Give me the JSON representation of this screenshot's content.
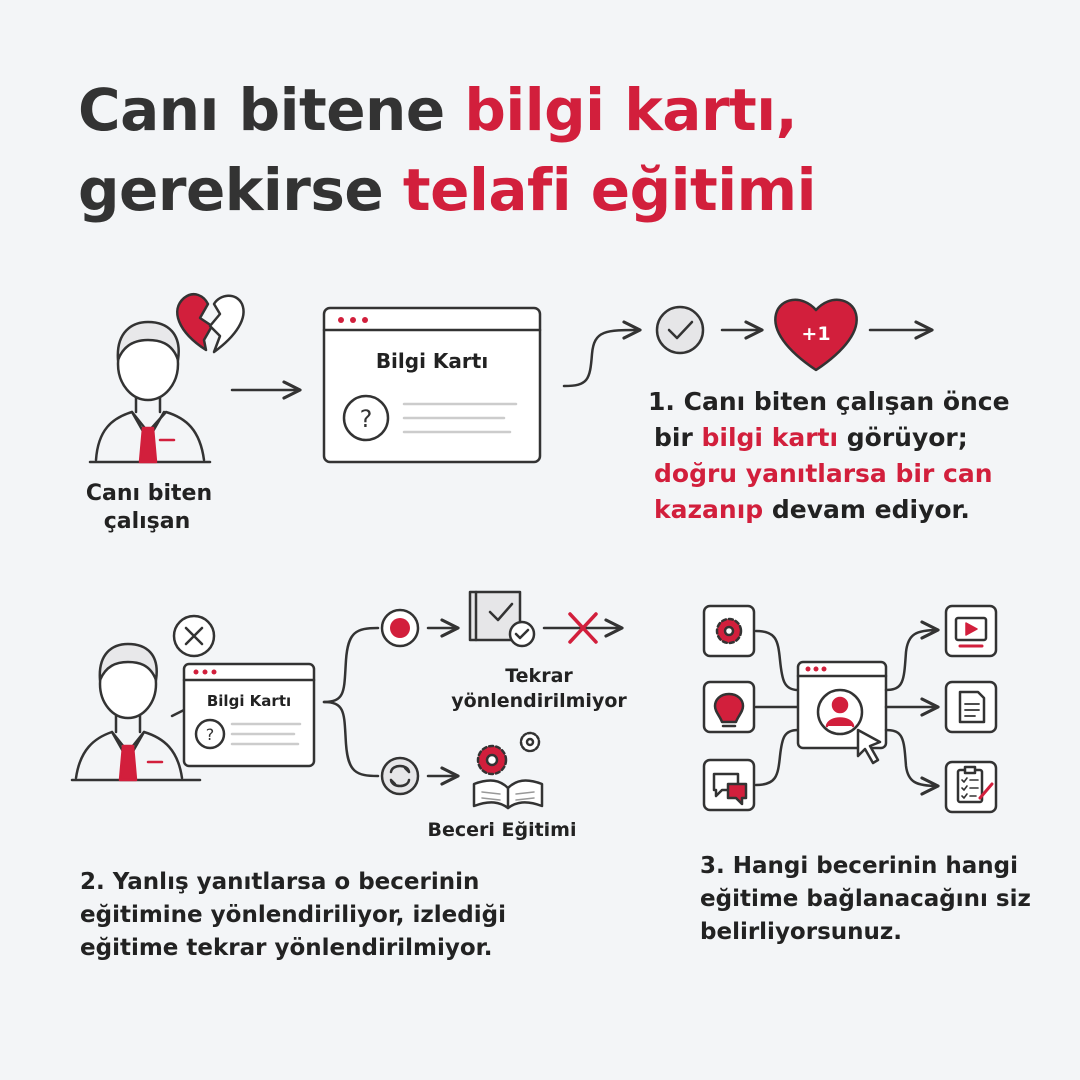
{
  "title": {
    "line1_plain": "Canı bitene ",
    "line1_accent": "bilgi kartı,",
    "line2_plain": "gerekirse ",
    "line2_accent": "telafi eğitimi"
  },
  "colors": {
    "accent": "#d21f3c",
    "ink": "#333333",
    "background": "#f3f5f7"
  },
  "step1": {
    "employee_label_line1": "Canı biten",
    "employee_label_line2": "çalışan",
    "card_title": "Bilgi Kartı",
    "heart_bonus": "+1",
    "desc_line1": "1. Canı biten çalışan önce",
    "desc_line2_a": "bir ",
    "desc_line2_b": "bilgi kartı",
    "desc_line2_c": " görüyor;",
    "desc_line3": "doğru yanıtlarsa bir can",
    "desc_line4_a": "kazanıp",
    "desc_line4_b": " devam ediyor."
  },
  "step2": {
    "card_title": "Bilgi Kartı",
    "branch_top_label_line1": "Tekrar",
    "branch_top_label_line2": "yönlendirilmiyor",
    "branch_bottom_label": "Beceri Eğitimi",
    "desc_line1": "2. Yanlış yanıtlarsa o becerinin",
    "desc_line2": "eğitimine yönlendiriliyor, izlediği",
    "desc_line3": "eğitime tekrar yönlendirilmiyor."
  },
  "step3": {
    "desc_line1": "3. Hangi becerinin hangi",
    "desc_line2": "eğitime bağlanacağını siz",
    "desc_line3": "belirliyorsunuz."
  },
  "icons": {
    "broken_heart": "broken-heart-icon",
    "question": "question-icon",
    "check": "check-icon",
    "heart_plus": "heart-plus-one-icon",
    "wrong": "x-circle-icon",
    "record": "record-icon",
    "book_check": "book-check-icon",
    "cross": "cross-icon",
    "repeat": "repeat-icon",
    "gear_book": "gears-book-icon",
    "gear": "gear-icon",
    "lightbulb": "lightbulb-icon",
    "chat": "chat-icon",
    "user_cursor": "user-cursor-window-icon",
    "video": "video-icon",
    "document": "document-icon",
    "checklist": "checklist-icon"
  }
}
